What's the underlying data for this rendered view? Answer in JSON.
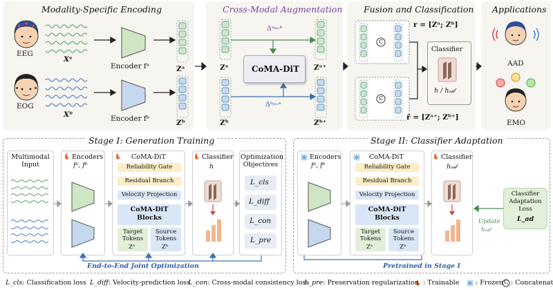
{
  "top": {
    "encoding": {
      "title": "Modality-Specific Encoding",
      "eeg_label": "EEG",
      "eog_label": "EOG",
      "xa": "Xᵃ",
      "xb": "Xᵇ",
      "enc_a": "Encoder fᵃ",
      "enc_b": "Encoder fᵇ",
      "za": "Zᵃ",
      "zb": "Zᵇ"
    },
    "augmentation": {
      "title": "Cross-Modal Augmentation",
      "delta_ab": "Δᵃ←ᵇ",
      "delta_ba": "Δᵇ←ᵃ",
      "za_in": "Zᵃ",
      "zb_in": "Zᵇ",
      "za_out": "Zᵃ⁺",
      "zb_out": "Zᵇ⁺",
      "dit_label": "CoMA-DiT"
    },
    "fusion": {
      "title": "Fusion and Classification",
      "r_eq": "r = [Zᵃ; Zᵇ]",
      "r_tilde_eq": "r̃ = [Zᵃ⁺; Zᵇ⁺]",
      "concat": "C",
      "classifier": "Classifier",
      "h_label": "h / hₐ𝒹"
    },
    "applications": {
      "title": "Applications",
      "aad": "AAD",
      "emo": "EMO"
    }
  },
  "stage1": {
    "title": "Stage I: Generation Training",
    "input_title": "Multimodal Input",
    "encoders_title": "Encoders",
    "encoders_fn": "fᵃ, fᵇ",
    "dit_title": "CoMA-DiT",
    "gate": "Reliability Gate",
    "residual": "Residual Branch",
    "velocity": "Velocity Projection",
    "blocks": "CoMA-DiT Blocks",
    "target_tokens": "Target Tokens",
    "target_z": "Zᵃ",
    "source_tokens": "Source Tokens",
    "source_z": "Zᵇ",
    "classifier_title": "Classifier",
    "classifier_h": "h",
    "objectives_title": "Optimization Objectives",
    "objectives": [
      "L_cls",
      "L_diff",
      "L_con",
      "L_pre"
    ],
    "footer": "End-to-End Joint Optimization"
  },
  "stage2": {
    "title": "Stage II: Classifier Adaptation",
    "encoders_title": "Encoders",
    "encoders_fn": "fᵃ, fᵇ",
    "dit_title": "CoMA-DiT",
    "gate": "Reliability Gate",
    "residual": "Residual Branch",
    "velocity": "Velocity Projection",
    "blocks": "CoMA-DiT Blocks",
    "target_tokens": "Target Tokens",
    "target_z": "Zᵃ",
    "source_tokens": "Source Tokens",
    "source_z": "Zᵇ",
    "classifier_title": "Classifier",
    "classifier_h": "hₐ𝒹",
    "loss_title": "Classifier Adaptation Loss",
    "loss_sym": "L_ad",
    "update": "Update",
    "update_h": "hₐ𝒹",
    "footer": "Pretrained in Stage I"
  },
  "legend": {
    "l_cls": "L_cls",
    "l_cls_desc": ": Classification loss",
    "l_diff": "L_diff",
    "l_diff_desc": ": Velocity-prediction loss",
    "l_con": "L_con",
    "l_con_desc": ": Cross-modal consistency loss",
    "l_pre": "L_pre",
    "l_pre_desc": ": Preservation regularization",
    "trainable": ": Trainable",
    "frozen": ": Frozen",
    "concat_sym": "C",
    "concatenate": ": Concatenate"
  },
  "colors": {
    "green_token": "#cfe6c4",
    "blue_token": "#c6d8ee",
    "purple_accent": "#7b3fa0",
    "blue_accent": "#2d5ea8"
  }
}
